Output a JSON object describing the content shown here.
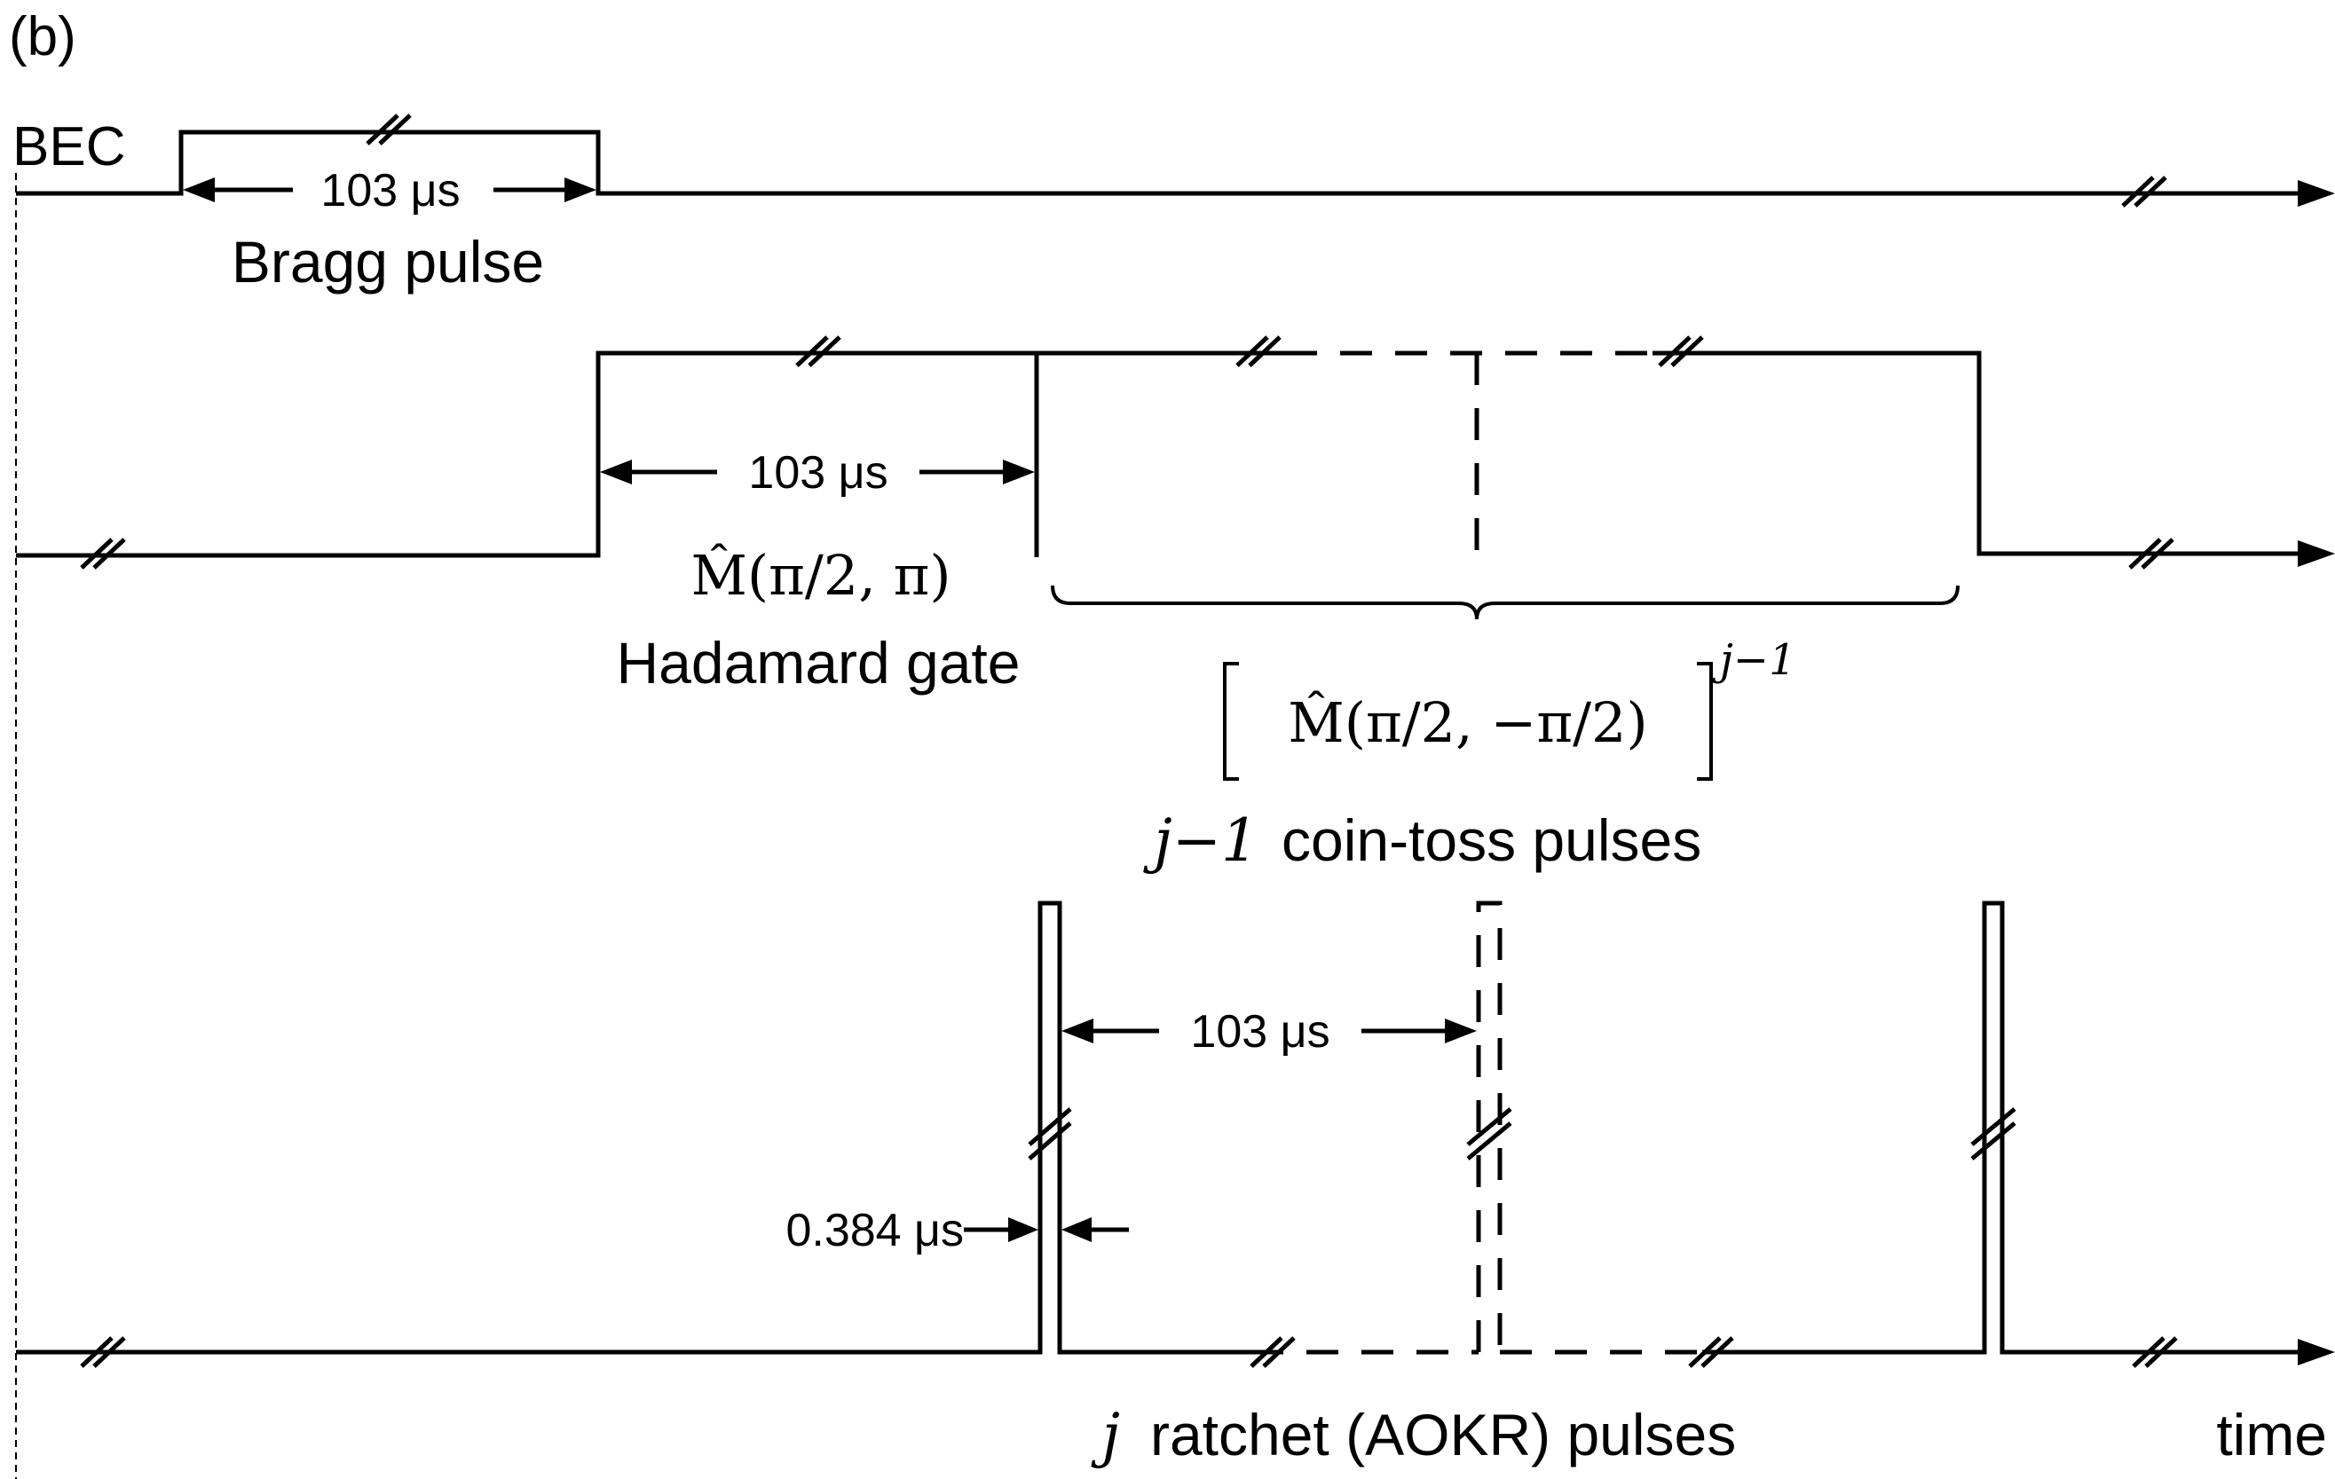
{
  "panel_label": "(b)",
  "labels": {
    "bec": "BEC",
    "duration_bragg": "103 μs",
    "bragg_pulse": "Bragg pulse",
    "duration_hadamard": "103 μs",
    "hadamard_operator": "M̂(π/2, π)",
    "hadamard_gate": "Hadamard gate",
    "coin_operator": "M̂(π/2, −π/2)",
    "coin_exponent": "j−1",
    "coin_count_symbol": "j−1",
    "coin_toss_pulses": "coin-toss pulses",
    "duration_ratchet": "103 μs",
    "ratchet_width": "0.384 μs",
    "ratchet_count_symbol": "j",
    "ratchet_pulses": "ratchet (AOKR) pulses",
    "time_axis": "time"
  }
}
